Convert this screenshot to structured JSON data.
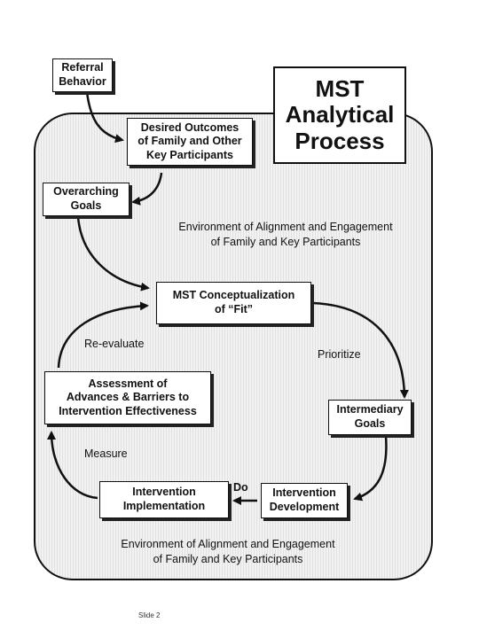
{
  "title": [
    "MST",
    "Analytical",
    "Process"
  ],
  "boxes": {
    "referral": [
      "Referral",
      "Behavior"
    ],
    "desired": [
      "Desired Outcomes",
      "of Family and Other",
      "Key Participants"
    ],
    "overarching": [
      "Overarching",
      "Goals"
    ],
    "conceptualization": [
      "MST Conceptualization",
      "of “Fit”"
    ],
    "intermediary": [
      "Intermediary",
      "Goals"
    ],
    "development": [
      "Intervention",
      "Development"
    ],
    "implementation": [
      "Intervention",
      "Implementation"
    ],
    "assessment": [
      "Assessment of",
      "Advances & Barriers to",
      "Intervention Effectiveness"
    ]
  },
  "labels": {
    "reevaluate": "Re-evaluate",
    "prioritize": "Prioritize",
    "measure": "Measure",
    "do": "Do"
  },
  "environment": {
    "top": [
      "Environment of Alignment and Engagement",
      "of Family and Key Participants"
    ],
    "bottom": [
      "Environment of Alignment and Engagement",
      "of Family and Key Participants"
    ]
  },
  "footer": "Slide 2"
}
